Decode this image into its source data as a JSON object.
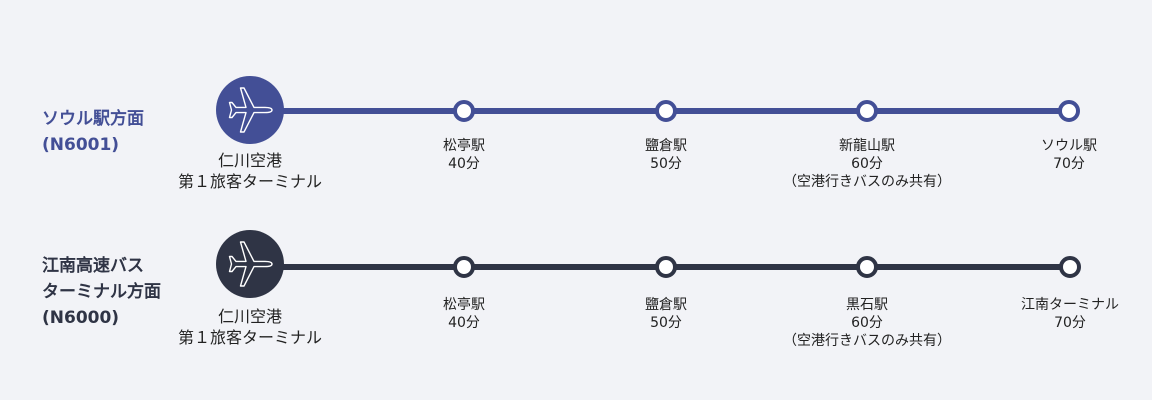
{
  "colors": {
    "route1": "#434f96",
    "route2": "#2f3445",
    "background": "#f2f3f7"
  },
  "routes": [
    {
      "label_line1": "ソウル駅方面",
      "label_line2": "(N6001)",
      "origin": {
        "icon": "airplane-icon",
        "name_line1": "仁川空港",
        "name_line2": "第１旅客ターミナル"
      },
      "stops": [
        {
          "name": "松亭駅",
          "time": "40分",
          "note": ""
        },
        {
          "name": "鹽倉駅",
          "time": "50分",
          "note": ""
        },
        {
          "name": "新龍山駅",
          "time": "60分",
          "note": "（空港行きバスのみ共有）"
        },
        {
          "name": "ソウル駅",
          "time": "70分",
          "note": ""
        }
      ]
    },
    {
      "label_line1": "江南高速バス",
      "label_line2": "ターミナル方面",
      "label_line3": "(N6000)",
      "origin": {
        "icon": "airplane-icon",
        "name_line1": "仁川空港",
        "name_line2": "第１旅客ターミナル"
      },
      "stops": [
        {
          "name": "松亭駅",
          "time": "40分",
          "note": ""
        },
        {
          "name": "鹽倉駅",
          "time": "50分",
          "note": ""
        },
        {
          "name": "黒石駅",
          "time": "60分",
          "note": "（空港行きバスのみ共有）"
        },
        {
          "name": "江南ターミナル",
          "time": "70分",
          "note": ""
        }
      ]
    }
  ]
}
